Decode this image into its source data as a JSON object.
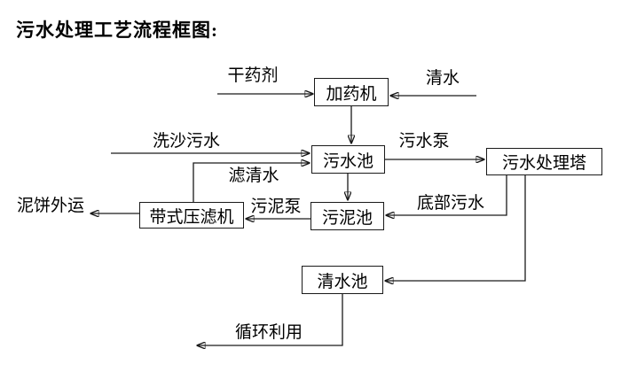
{
  "title": "污水处理工艺流程框图:",
  "colors": {
    "line": "#1a1a1a",
    "text": "#000000",
    "background": "#ffffff"
  },
  "diagram": {
    "nodes": [
      {
        "id": "dosing-machine",
        "label": "加药机"
      },
      {
        "id": "sewage-pool",
        "label": "污水池"
      },
      {
        "id": "sewage-treatment-tower",
        "label": "污水处理塔"
      },
      {
        "id": "sludge-pool",
        "label": "污泥池"
      },
      {
        "id": "belt-filter-press",
        "label": "带式压滤机"
      },
      {
        "id": "clean-water-pool",
        "label": "清水池"
      }
    ],
    "flow_labels": [
      {
        "id": "dry-chemical",
        "text": "干药剂"
      },
      {
        "id": "clean-water",
        "text": "清水"
      },
      {
        "id": "sand-washing-sewage",
        "text": "洗沙污水"
      },
      {
        "id": "filtered-water",
        "text": "滤清水"
      },
      {
        "id": "sewage-pump",
        "text": "污水泵"
      },
      {
        "id": "sludge-pump",
        "text": "污泥泵"
      },
      {
        "id": "bottom-sewage",
        "text": "底部污水"
      },
      {
        "id": "mud-cake-outbound",
        "text": "泥饼外运"
      },
      {
        "id": "recycle-use",
        "text": "循环利用"
      }
    ]
  }
}
